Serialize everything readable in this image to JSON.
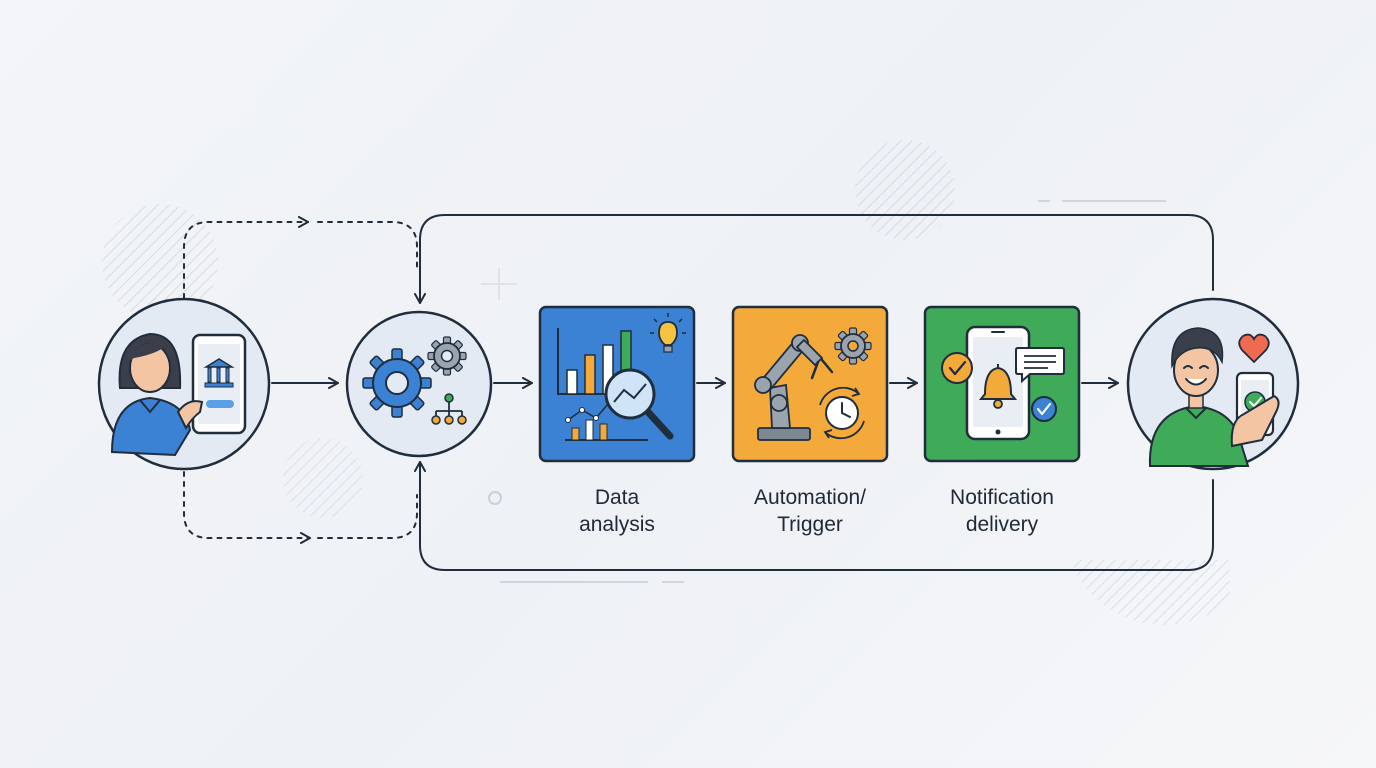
{
  "steps": [
    {
      "id": "data-analysis",
      "label_line1": "Data",
      "label_line2": "analysis",
      "color": "#3b82d4"
    },
    {
      "id": "automation-trigger",
      "label_line1": "Automation/",
      "label_line2": "Trigger",
      "color": "#f4a93b"
    },
    {
      "id": "notification-delivery",
      "label_line1": "Notification",
      "label_line2": "delivery",
      "color": "#3faa58"
    }
  ],
  "nodes": {
    "start": {
      "icon": "woman-with-bank-app-icon"
    },
    "processing": {
      "icon": "gears-and-network-icon"
    },
    "end": {
      "icon": "happy-man-with-phone-icon"
    }
  },
  "colors": {
    "stroke": "#1f2d3d",
    "circle_fill": "#e3eaf3",
    "accent_blue": "#3b82d4",
    "accent_orange": "#f4a93b",
    "accent_green": "#3faa58"
  }
}
